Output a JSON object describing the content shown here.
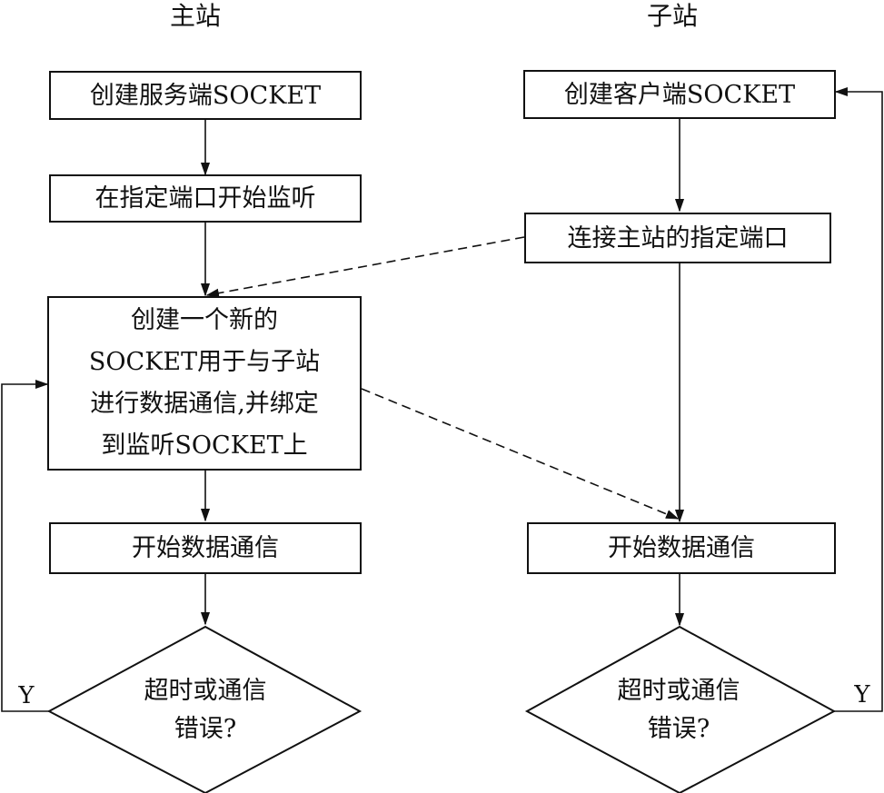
{
  "titles": {
    "master": "主站",
    "slave": "子站"
  },
  "master": {
    "create_socket": "创建服务端SOCKET",
    "listen": "在指定端口开始监听",
    "new_socket_lines": [
      "创建一个新的",
      "SOCKET用于与子站",
      "进行数据通信,并绑定",
      "到监听SOCKET上"
    ],
    "start_comm": "开始数据通信",
    "decision_lines": [
      "超时或通信",
      "错误?"
    ],
    "yes_label": "Y"
  },
  "slave": {
    "create_socket": "创建客户端SOCKET",
    "connect": "连接主站的指定端口",
    "start_comm": "开始数据通信",
    "decision_lines": [
      "超时或通信",
      "错误?"
    ],
    "yes_label": "Y"
  },
  "colors": {
    "stroke": "#111111",
    "background": "#ffffff"
  }
}
